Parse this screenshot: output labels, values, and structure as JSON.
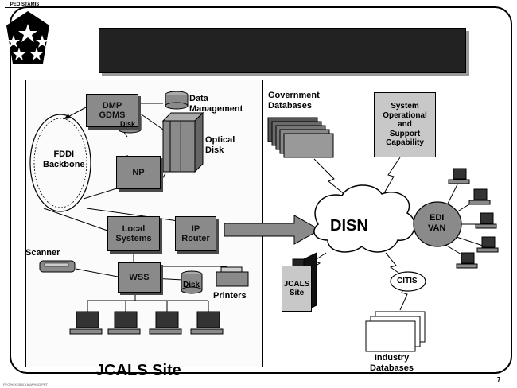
{
  "header": {
    "stamp_label": "PEO STAMIS",
    "page_number": "7",
    "footer_text": "PEO/HOCSB07(A)/WHSG.PPT"
  },
  "site": {
    "caption": "JCALS Site",
    "dmp_gdms": "DMP\nGDMS",
    "data_management": "Data\nManagement",
    "optical_disk": "Optical\nDisk",
    "disk_top": "Disk",
    "fddi_backbone": "FDDI\nBackbone",
    "np": "NP",
    "local_systems": "Local\nSystems",
    "ip_router": "IP\nRouter",
    "scanner": "Scanner",
    "wss": "WSS",
    "disk_bottom": "Disk",
    "printers": "Printers"
  },
  "network": {
    "government_databases": "Government\nDatabases",
    "system_support": "System\nOperational\nand\nSupport\nCapability",
    "disn": "DISN",
    "edi_van": "EDI\nVAN",
    "jcals_site": "JCALS\nSite",
    "citis": "CITIS",
    "industry_databases": "Industry\nDatabases"
  }
}
